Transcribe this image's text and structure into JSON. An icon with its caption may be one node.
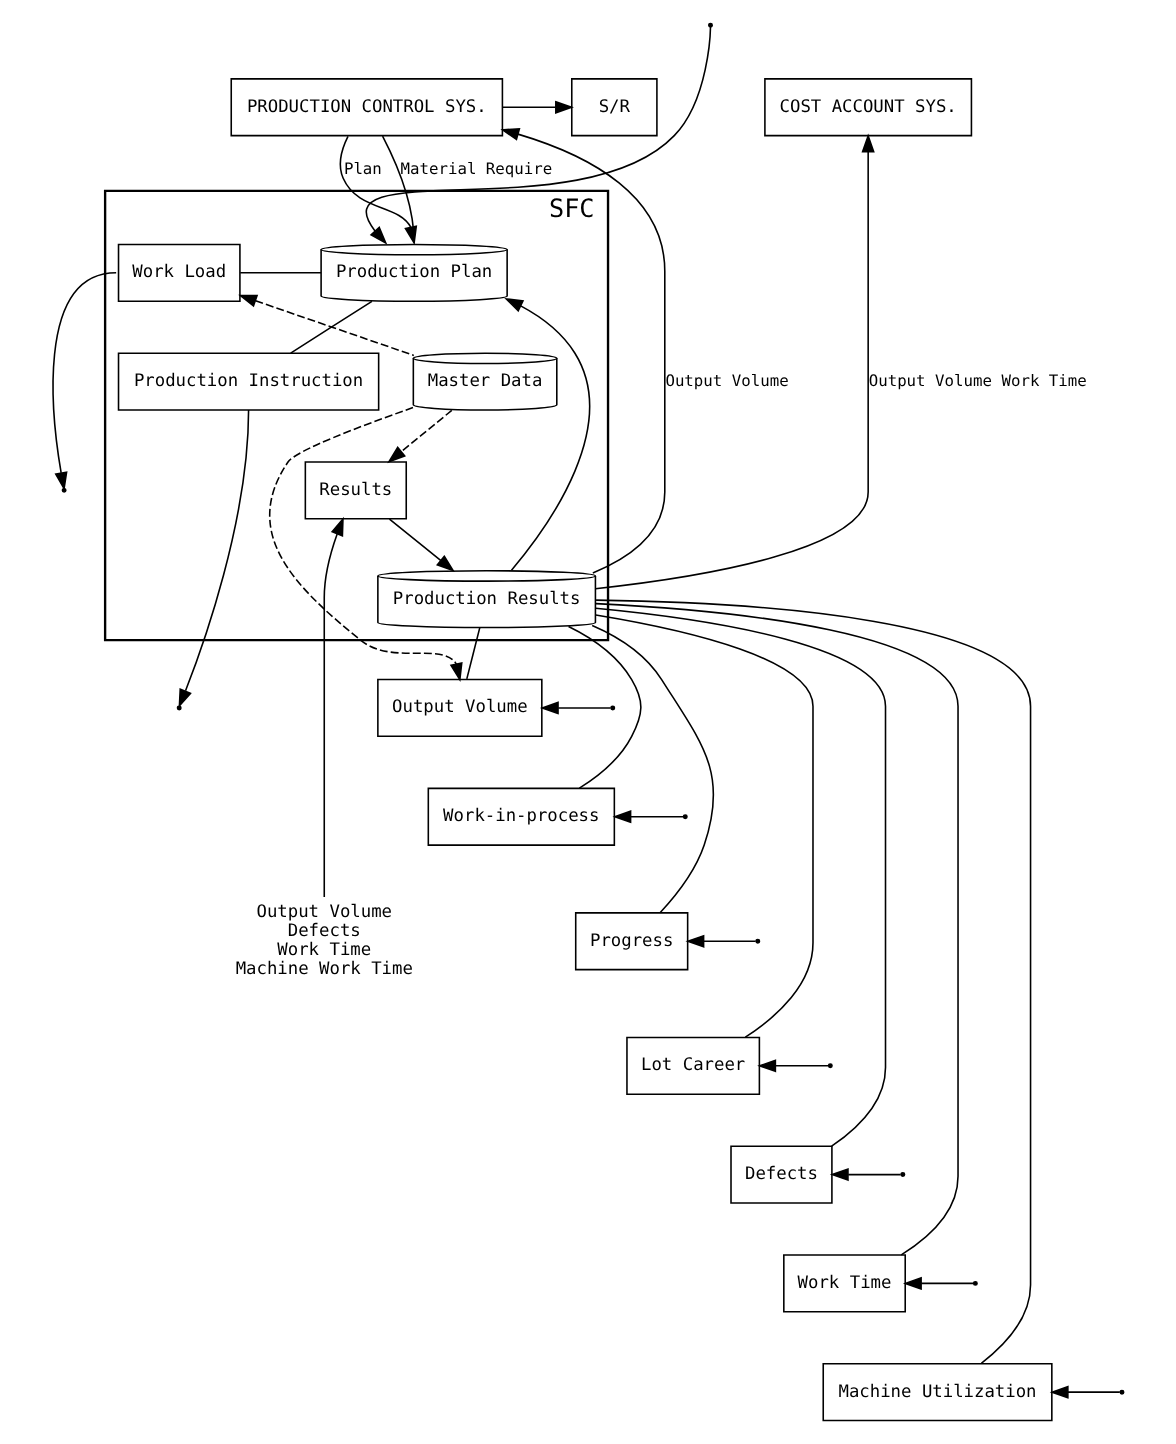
{
  "diagram": {
    "nodes": [
      {
        "text": [
          "S/R"
        ]
      },
      {
        "text": [
          "PRODUCTION CONTROL SYS."
        ]
      },
      {
        "text": [
          "COST ACCOUNT SYS."
        ]
      },
      {
        "text": [
          "SFC"
        ]
      },
      {
        "text": [
          "Work Load"
        ],
        "in": 3
      },
      {
        "text": [
          "Production Plan"
        ],
        "in": 3
      },
      {
        "text": [
          "Master Data"
        ],
        "in": 3
      },
      {
        "text": [
          "Production Instruction"
        ],
        "in": 3
      },
      {
        "text": [
          "Results"
        ],
        "in": 3
      },
      {
        "text": [
          "Production Results"
        ],
        "in": 3
      },
      {
        "text": [
          "Output Volume"
        ]
      },
      {
        "text": [
          "Work-in-process"
        ]
      },
      {
        "text": [
          "Progress"
        ]
      },
      {
        "text": [
          "Lot Career"
        ]
      },
      {
        "text": [
          "Defects"
        ]
      },
      {
        "text": [
          "Work Time"
        ]
      },
      {
        "text": [
          "Machine Utilization"
        ]
      },
      {
        "text": [
          "Output Volume",
          "Defects",
          "Work Time",
          "Machine Work Time"
        ]
      }
    ],
    "edges": [
      {
        "from": 1,
        "to": 0,
        "arrow": "to"
      },
      {
        "from": 1,
        "to": 5,
        "arrow": "to",
        "label": "Plan"
      },
      {
        "from": 5,
        "to": 1,
        "arrow": "none",
        "label": "Material Require"
      },
      {
        "from": 9,
        "to": 1,
        "arrow": "to",
        "label": "Output Volume"
      },
      {
        "from": 9,
        "to": 2,
        "arrow": "to",
        "label": "Output Volume Work Time"
      },
      {
        "from": 9,
        "to": 5,
        "arrow": "to"
      },
      {
        "from": 5,
        "to": 4,
        "arrow": "none"
      },
      {
        "from": 4,
        "to": null,
        "arrow": "to"
      },
      {
        "from": null,
        "to": 5,
        "arrow": "to"
      },
      {
        "from": 6,
        "to": 4,
        "arrow": "to",
        "style": "dashed"
      },
      {
        "from": 6,
        "to": 10,
        "arrow": "to",
        "style": "dashed"
      },
      {
        "from": 6,
        "to": 8,
        "arrow": "to",
        "style": "dashed"
      },
      {
        "from": 5,
        "to": 7,
        "arrow": "none"
      },
      {
        "from": 7,
        "to": null,
        "arrow": "to"
      },
      {
        "from": 8,
        "to": 9,
        "arrow": "to"
      },
      {
        "from": 17,
        "to": 8,
        "arrow": "to"
      },
      {
        "from": 9,
        "to": 10,
        "arrow": "none"
      },
      {
        "from": 9,
        "to": 11,
        "arrow": "none"
      },
      {
        "from": 9,
        "to": 12,
        "arrow": "none"
      },
      {
        "from": 9,
        "to": 13,
        "arrow": "none"
      },
      {
        "from": 9,
        "to": 14,
        "arrow": "none"
      },
      {
        "from": 9,
        "to": 15,
        "arrow": "none"
      },
      {
        "from": 9,
        "to": 16,
        "arrow": "none"
      },
      {
        "from": null,
        "to": 10,
        "arrow": "to"
      },
      {
        "from": null,
        "to": 11,
        "arrow": "to"
      },
      {
        "from": null,
        "to": 12,
        "arrow": "to"
      },
      {
        "from": null,
        "to": 13,
        "arrow": "to"
      },
      {
        "from": null,
        "to": 14,
        "arrow": "to"
      },
      {
        "from": null,
        "to": 15,
        "arrow": "to"
      },
      {
        "from": null,
        "to": 16,
        "arrow": "to"
      }
    ]
  }
}
